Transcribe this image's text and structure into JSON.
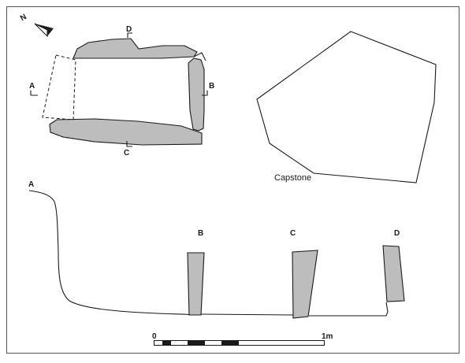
{
  "figure": {
    "section_labels": {
      "a": "A",
      "b": "B",
      "c": "C",
      "d": "D"
    },
    "capstone_label": "Capstone",
    "north_arrow_label": "N",
    "scale_bar": {
      "start_label": "0",
      "end_label": "1m",
      "segments": 10
    },
    "colors": {
      "stone_fill": "#bdbdbd",
      "line": "#1a1a1a",
      "frame": "#555555"
    }
  }
}
